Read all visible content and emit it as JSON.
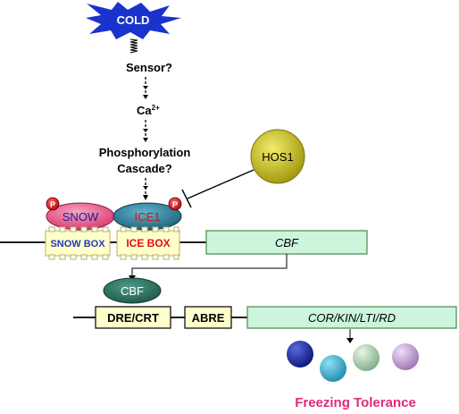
{
  "stimulus": {
    "label": "COLD"
  },
  "pathway": {
    "sensor": "Sensor?",
    "calcium": {
      "base": "Ca",
      "sup": "2+"
    },
    "phosphorylation_line1": "Phosphorylation",
    "phosphorylation_line2": "Cascade?"
  },
  "regulator": {
    "label": "HOS1"
  },
  "factors": {
    "snow": "SNOW",
    "ice1": "ICE1",
    "phospho_mark": "P",
    "cbf_protein": "CBF"
  },
  "promoter_row1": {
    "snow_box": "SNOW BOX",
    "ice_box": "ICE BOX",
    "gene": "CBF"
  },
  "promoter_row2": {
    "dre_crt": "DRE/CRT",
    "abre": "ABRE",
    "genes": "COR/KIN/LTI/RD"
  },
  "outcome": {
    "label": "Freezing Tolerance"
  },
  "colors": {
    "starburst": "#1a33cc",
    "snow": "#e0457b",
    "ice1": "#2a7d9a",
    "hos1": "#c9c21a",
    "box_fill": "#ffffcc",
    "gene_fill": "#ccf5dd",
    "cbf_protein": "#2a7060",
    "outcome_text": "#e0287a",
    "ice_text": "#e01010"
  }
}
